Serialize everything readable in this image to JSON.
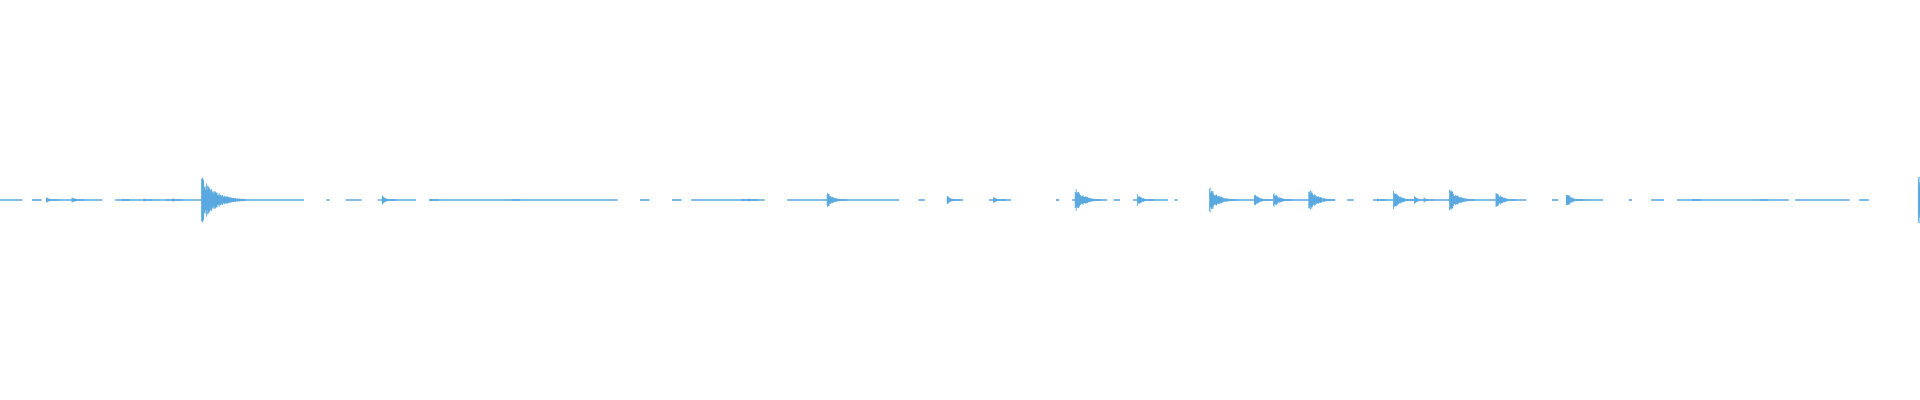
{
  "waveform": {
    "color": "#5aa9e0",
    "duration_s": 60,
    "segments": [
      [
        0.0,
        0.7
      ],
      [
        1.0,
        1.3
      ],
      [
        1.6,
        3.2
      ],
      [
        3.6,
        5.2
      ],
      [
        5.4,
        9.5
      ],
      [
        10.2,
        10.3
      ],
      [
        10.8,
        11.3
      ],
      [
        11.8,
        13.0
      ],
      [
        13.4,
        19.3
      ],
      [
        20.0,
        20.3
      ],
      [
        21.0,
        21.3
      ],
      [
        21.6,
        23.9
      ],
      [
        24.6,
        28.1
      ],
      [
        28.7,
        28.9
      ],
      [
        29.6,
        30.1
      ],
      [
        30.9,
        31.6
      ],
      [
        33.0,
        33.1
      ],
      [
        33.5,
        34.6
      ],
      [
        34.8,
        35.0
      ],
      [
        35.4,
        36.5
      ],
      [
        36.7,
        36.8
      ],
      [
        37.8,
        41.6
      ],
      [
        42.1,
        42.3
      ],
      [
        42.9,
        44.2
      ],
      [
        44.6,
        47.7
      ],
      [
        48.5,
        48.7
      ],
      [
        49.0,
        50.1
      ],
      [
        50.9,
        51.0
      ],
      [
        51.6,
        52.0
      ],
      [
        52.4,
        55.9
      ],
      [
        56.1,
        57.8
      ],
      [
        58.1,
        58.4
      ]
    ],
    "bursts": [
      {
        "t": 1.45,
        "a": 0.13
      },
      {
        "t": 2.25,
        "a": 0.14
      },
      {
        "t": 3.8,
        "a": 0.04
      },
      {
        "t": 4.5,
        "a": 0.06
      },
      {
        "t": 5.2,
        "a": 0.05
      },
      {
        "t": 5.4,
        "a": 0.07
      },
      {
        "t": 6.3,
        "a": 0.95
      },
      {
        "t": 11.95,
        "a": 0.18
      },
      {
        "t": 13.45,
        "a": 0.05
      },
      {
        "t": 16.0,
        "a": 0.04
      },
      {
        "t": 23.2,
        "a": 0.06
      },
      {
        "t": 23.4,
        "a": 0.07
      },
      {
        "t": 25.85,
        "a": 0.33
      },
      {
        "t": 29.6,
        "a": 0.18
      },
      {
        "t": 31.05,
        "a": 0.14
      },
      {
        "t": 33.6,
        "a": 0.5
      },
      {
        "t": 35.55,
        "a": 0.24
      },
      {
        "t": 37.8,
        "a": 0.52
      },
      {
        "t": 39.2,
        "a": 0.26
      },
      {
        "t": 39.8,
        "a": 0.32
      },
      {
        "t": 40.9,
        "a": 0.5
      },
      {
        "t": 43.05,
        "a": 0.06
      },
      {
        "t": 43.55,
        "a": 0.38
      },
      {
        "t": 44.2,
        "a": 0.16
      },
      {
        "t": 44.5,
        "a": 0.1
      },
      {
        "t": 45.3,
        "a": 0.48
      },
      {
        "t": 46.75,
        "a": 0.36
      },
      {
        "t": 48.95,
        "a": 0.3
      },
      {
        "t": 52.9,
        "a": 0.05
      },
      {
        "t": 55.0,
        "a": 0.04
      },
      {
        "t": 59.95,
        "a": 1.0
      }
    ]
  }
}
